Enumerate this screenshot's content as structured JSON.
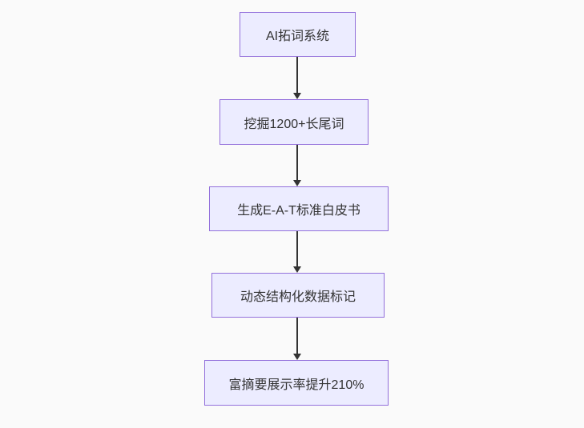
{
  "diagram": {
    "type": "flowchart",
    "direction": "top-down",
    "nodes": [
      {
        "id": "A",
        "label": "AI拓词系统"
      },
      {
        "id": "B",
        "label": "挖掘1200+长尾词"
      },
      {
        "id": "C",
        "label": "生成E-A-T标准白皮书"
      },
      {
        "id": "D",
        "label": "动态结构化数据标记"
      },
      {
        "id": "E",
        "label": "富摘要展示率提升210%"
      }
    ],
    "edges": [
      {
        "from": "AI拓词系统",
        "to": "挖掘1200+长尾词"
      },
      {
        "from": "挖掘1200+长尾词",
        "to": "生成E-A-T标准白皮书"
      },
      {
        "from": "生成E-A-T标准白皮书",
        "to": "动态结构化数据标记"
      },
      {
        "from": "动态结构化数据标记",
        "to": "富摘要展示率提升210%"
      }
    ],
    "colors": {
      "background": "#fafafa",
      "node_fill": "#ececff",
      "node_border": "#9370db",
      "text": "#333333",
      "arrow": "#333333"
    }
  }
}
